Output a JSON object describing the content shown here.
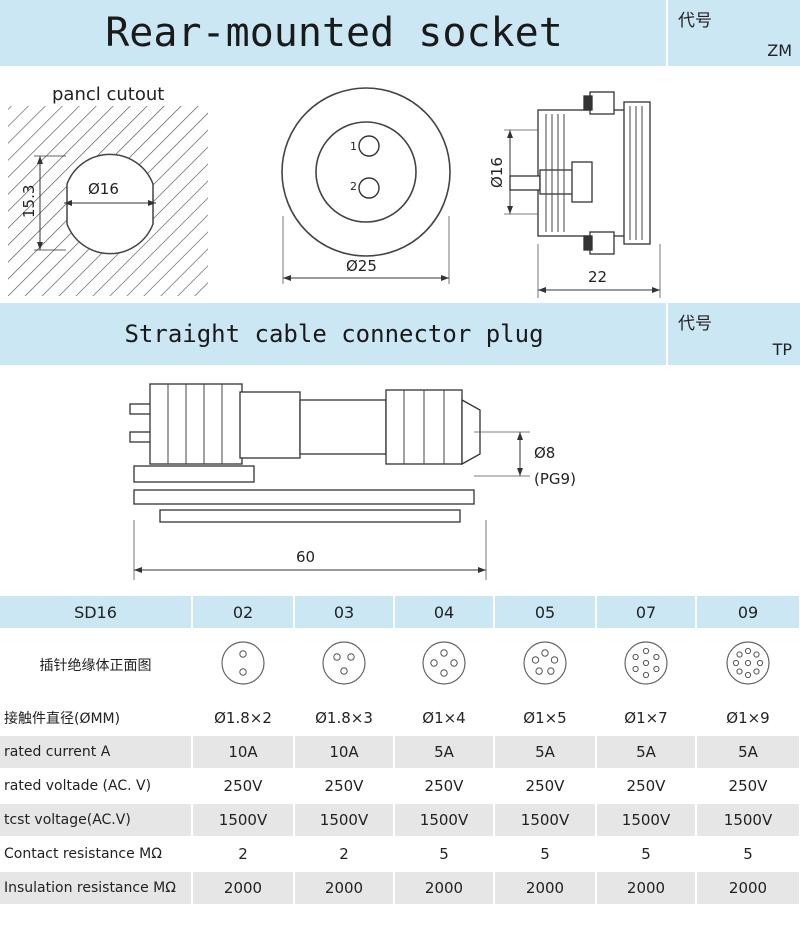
{
  "section1": {
    "title": "Rear-mounted socket",
    "code_label": "代号",
    "code_value": "ZM"
  },
  "panel_cutout": {
    "label": "pancl cutout",
    "diameter": "Ø16",
    "height": "15.3"
  },
  "front_view": {
    "width": "Ø25",
    "pin1": "1",
    "pin2": "2"
  },
  "side_view": {
    "diameter": "Ø16",
    "length": "22"
  },
  "section2": {
    "title": "Straight cable connector plug",
    "code_label": "代号",
    "code_value": "TP"
  },
  "plug_drawing": {
    "cable_dia": "Ø8",
    "gland": "(PG9)",
    "length": "60"
  },
  "spec_table": {
    "header": [
      "SD16",
      "02",
      "03",
      "04",
      "05",
      "07",
      "09"
    ],
    "icon_row_label": "插针绝缘体正面图",
    "pin_counts": [
      2,
      3,
      4,
      5,
      7,
      9
    ],
    "rows": [
      {
        "label": "接触件直径(ØMM)",
        "values": [
          "Ø1.8×2",
          "Ø1.8×3",
          "Ø1×4",
          "Ø1×5",
          "Ø1×7",
          "Ø1×9"
        ]
      },
      {
        "label": "rated current A",
        "values": [
          "10A",
          "10A",
          "5A",
          "5A",
          "5A",
          "5A"
        ]
      },
      {
        "label": "rated voltade (AC. V)",
        "values": [
          "250V",
          "250V",
          "250V",
          "250V",
          "250V",
          "250V"
        ]
      },
      {
        "label": "tcst voltage(AC.V)",
        "values": [
          "1500V",
          "1500V",
          "1500V",
          "1500V",
          "1500V",
          "1500V"
        ]
      },
      {
        "label": "Contact resistance  MΩ",
        "values": [
          "2",
          "2",
          "5",
          "5",
          "5",
          "5"
        ]
      },
      {
        "label": "Insulation resistance MΩ",
        "values": [
          "2000",
          "2000",
          "2000",
          "2000",
          "2000",
          "2000"
        ]
      }
    ]
  }
}
